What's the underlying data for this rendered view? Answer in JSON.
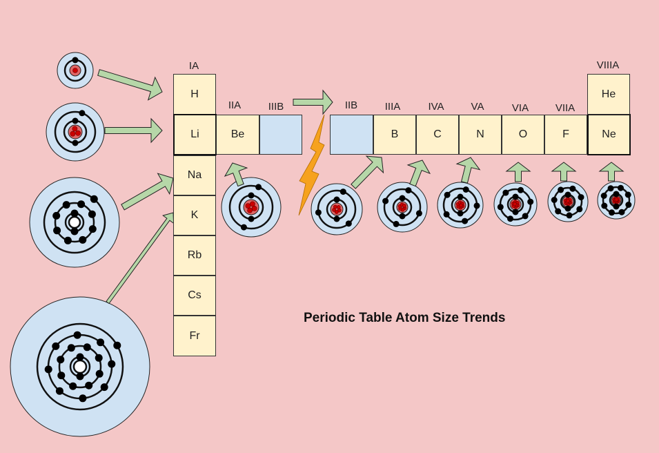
{
  "title": "Periodic Table Atom Size Trends",
  "group_labels": {
    "g1": "IA",
    "g2": "IIA",
    "g3": "IIIB",
    "g12": "IIB",
    "g13": "IIIA",
    "g14": "IVA",
    "g15": "VA",
    "g16": "VIA",
    "g17": "VIIA",
    "g18": "VIIIA"
  },
  "elements": {
    "H": "H",
    "He": "He",
    "Li": "Li",
    "Be": "Be",
    "B": "B",
    "C": "C",
    "N": "N",
    "O": "O",
    "F": "F",
    "Ne": "Ne",
    "Na": "Na",
    "K": "K",
    "Rb": "Rb",
    "Cs": "Cs",
    "Fr": "Fr"
  },
  "colors": {
    "background": "#f4c7c7",
    "cell": "#fff2cc",
    "empty_cell": "#cfe2f3",
    "atom": "#cfe2f3",
    "nucleus": "#e06666",
    "proton": "#cc0000",
    "electron": "#000000",
    "arrow_fill": "#b6d7a8",
    "lightning": "#f6a21e"
  }
}
